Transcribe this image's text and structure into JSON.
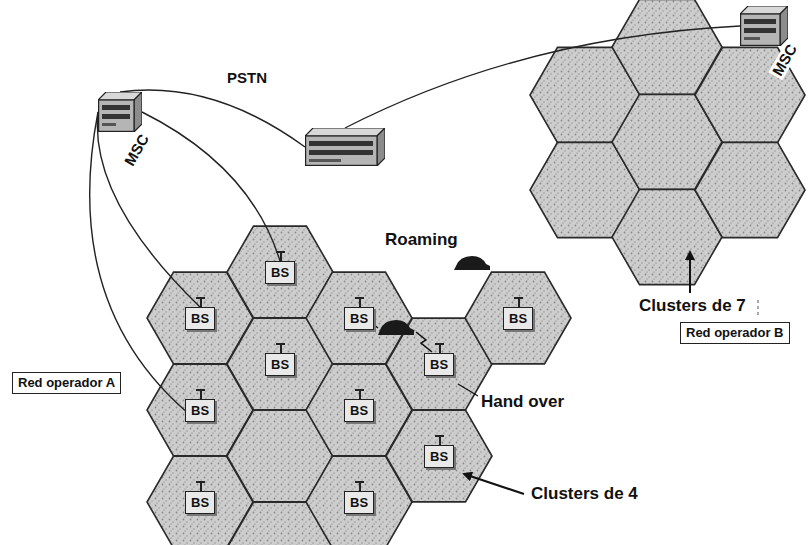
{
  "diagram": {
    "nodes": [
      {
        "text": [
          "MSC"
        ]
      },
      {
        "text": [
          "PSTN"
        ]
      },
      {
        "text": [
          "MSC"
        ]
      },
      {
        "text": [
          "BS"
        ]
      },
      {
        "text": [
          "BS"
        ]
      },
      {
        "text": [
          "BS"
        ]
      },
      {
        "text": [
          "BS"
        ]
      },
      {
        "text": [
          "BS"
        ]
      },
      {
        "text": [
          "BS"
        ]
      },
      {
        "text": [
          "BS"
        ]
      },
      {
        "text": [
          "BS"
        ]
      },
      {
        "text": [
          "BS"
        ]
      },
      {
        "text": [
          "BS"
        ]
      },
      {
        "text": [
          "BS"
        ]
      },
      {
        "text": [
          "Red operador A"
        ]
      },
      {
        "text": [
          "Red operador B"
        ]
      }
    ],
    "edges": [
      {
        "from": 2,
        "to": 1,
        "arrow": "none"
      },
      {
        "from": 1,
        "to": 0,
        "arrow": "none"
      },
      {
        "from": 2,
        "to": 3,
        "arrow": "none"
      },
      {
        "from": 2,
        "to": 4,
        "arrow": "none"
      },
      {
        "from": 2,
        "to": 9,
        "arrow": "none"
      }
    ],
    "labels": [
      "Roaming",
      "Hand over",
      "Clusters de 4",
      "Clusters de 7"
    ]
  }
}
